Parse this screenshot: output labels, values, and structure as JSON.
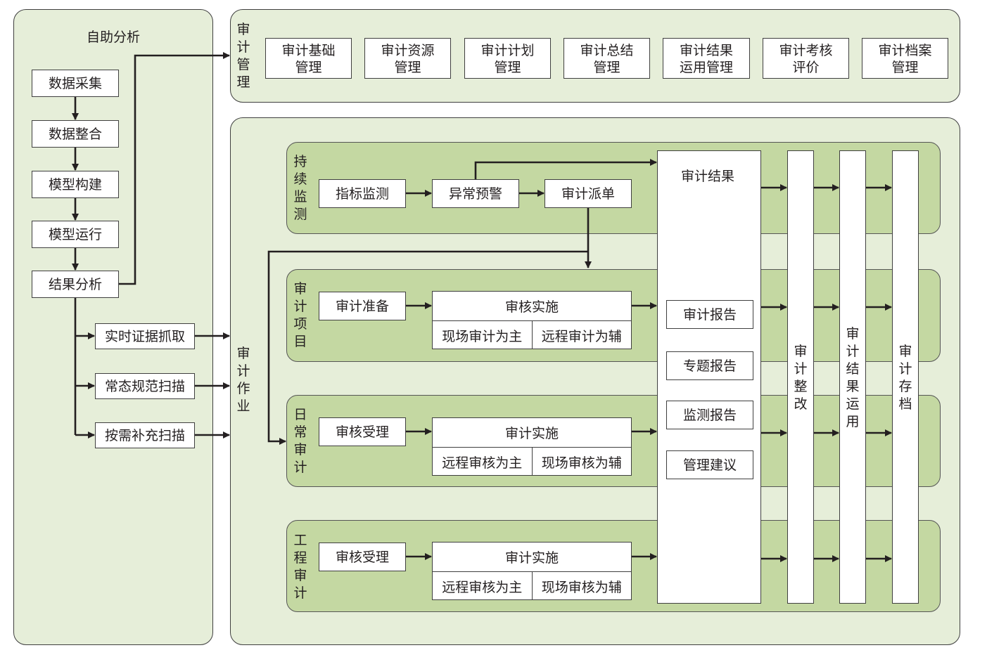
{
  "self_analysis": {
    "title": "自助分析",
    "steps": [
      "数据采集",
      "数据整合",
      "模型构建",
      "模型运行",
      "结果分析"
    ],
    "scans": [
      "实时证据抓取",
      "常态规范扫描",
      "按需补充扫描"
    ]
  },
  "audit_management": {
    "label": "审计管理",
    "modules": [
      "审计基础\n管理",
      "审计资源\n管理",
      "审计计划\n管理",
      "审计总结\n管理",
      "审计结果\n运用管理",
      "审计考核\n评价",
      "审计档案\n管理"
    ]
  },
  "audit_operation": {
    "label": "审计作业",
    "rows": {
      "monitoring": {
        "label": "持续监测",
        "steps": [
          "指标监测",
          "异常预警",
          "审计派单"
        ]
      },
      "project": {
        "label": "审计项目",
        "prep": "审计准备",
        "impl": {
          "title": "审核实施",
          "left": "现场审计为主",
          "right": "远程审计为辅"
        }
      },
      "daily": {
        "label": "日常审计",
        "prep": "审核受理",
        "impl": {
          "title": "审计实施",
          "left": "远程审核为主",
          "right": "现场审核为辅"
        }
      },
      "engineering": {
        "label": "工程审计",
        "prep": "审核受理",
        "impl": {
          "title": "审计实施",
          "left": "远程审核为主",
          "right": "现场审核为辅"
        }
      }
    },
    "results": {
      "title": "审计结果",
      "items": [
        "审计报告",
        "专题报告",
        "监测报告",
        "管理建议"
      ]
    },
    "columns": [
      "审计整改",
      "审计结果运用",
      "审计存档"
    ]
  },
  "colors": {
    "panel": "#e6eed9",
    "band": "#c4d8a2",
    "line": "#231f20"
  }
}
